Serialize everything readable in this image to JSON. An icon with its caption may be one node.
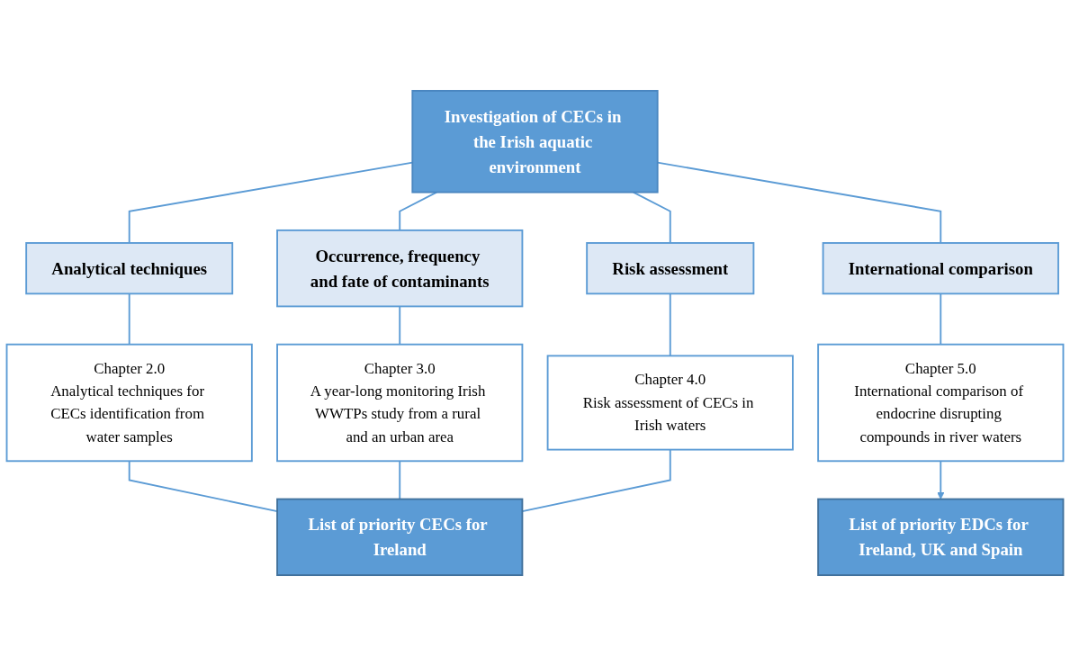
{
  "diagram": {
    "nodes": [
      {
        "text": [
          "Investigation of CECs in the Irish aquatic environment"
        ]
      },
      {
        "text": [
          "Analytical techniques"
        ]
      },
      {
        "text": [
          "Occurrence, frequency and fate of contaminants"
        ]
      },
      {
        "text": [
          "Risk assessment"
        ]
      },
      {
        "text": [
          "International comparison"
        ]
      },
      {
        "text": [
          "Chapter 2.0",
          "Analytical techniques for CECs identification from water samples"
        ]
      },
      {
        "text": [
          "Chapter 3.0",
          "A year-long monitoring Irish WWTPs study from a rural and an urban area"
        ]
      },
      {
        "text": [
          "Chapter 4.0",
          "Risk assessment of CECs in Irish waters"
        ]
      },
      {
        "text": [
          "Chapter 5.0",
          "International comparison of endocrine disrupting compounds in river waters"
        ]
      },
      {
        "text": [
          "List of priority CECs for Ireland"
        ]
      },
      {
        "text": [
          "List of priority EDCs for Ireland, UK and Spain"
        ]
      }
    ],
    "edges": [
      {
        "from": 0,
        "to": 1,
        "arrow": "none"
      },
      {
        "from": 0,
        "to": 2,
        "arrow": "none"
      },
      {
        "from": 0,
        "to": 3,
        "arrow": "none"
      },
      {
        "from": 0,
        "to": 4,
        "arrow": "none"
      },
      {
        "from": 1,
        "to": 5,
        "arrow": "none"
      },
      {
        "from": 2,
        "to": 6,
        "arrow": "none"
      },
      {
        "from": 3,
        "to": 7,
        "arrow": "none"
      },
      {
        "from": 4,
        "to": 8,
        "arrow": "none"
      },
      {
        "from": 5,
        "to": 9,
        "arrow": "none"
      },
      {
        "from": 6,
        "to": 9,
        "arrow": "none"
      },
      {
        "from": 7,
        "to": 9,
        "arrow": "none"
      },
      {
        "from": 8,
        "to": 10,
        "arrow": "to"
      }
    ]
  }
}
